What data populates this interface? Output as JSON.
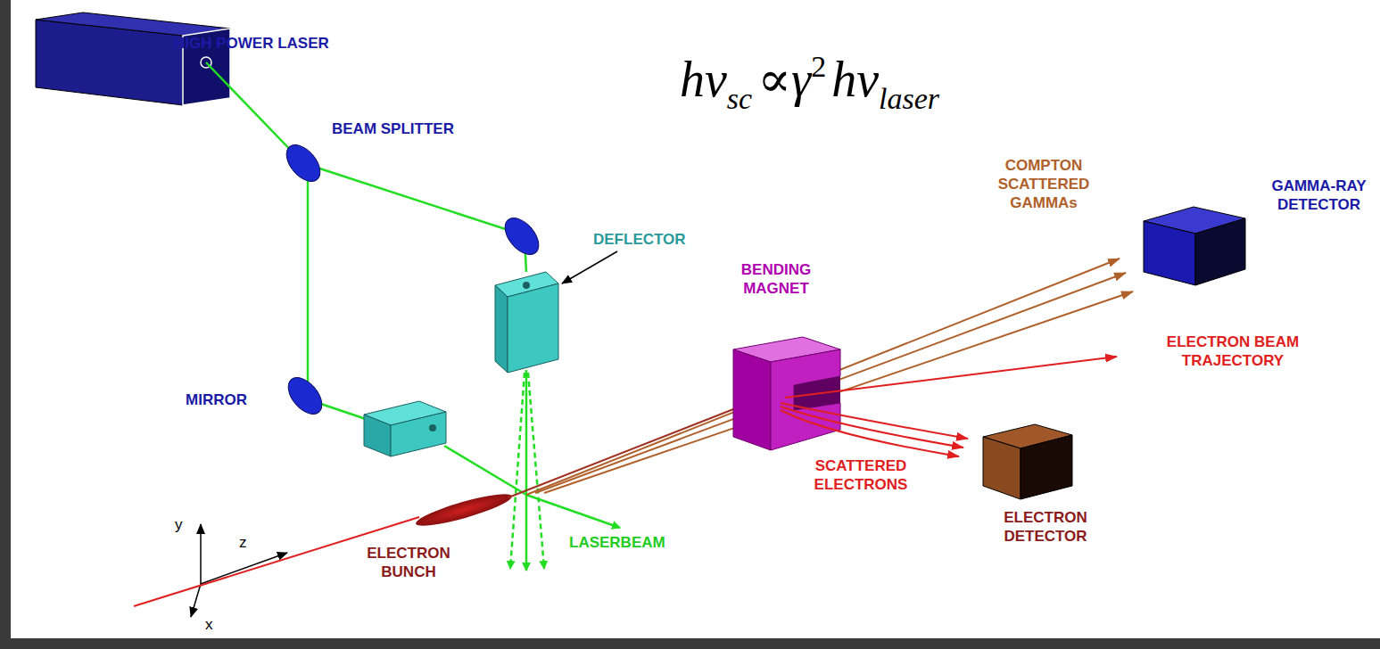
{
  "diagram": {
    "labels": [
      "HIGH POWER LASER",
      "hν",
      "sc",
      "∝",
      "γ",
      "2",
      "hν",
      "laser",
      "BEAM SPLITTER",
      "COMPTON SCATTERED GAMMAs",
      "GAMMA-RAY DETECTOR",
      "DEFLECTOR",
      "BENDING MAGNET",
      "ELECTRON BEAM TRAJECTORY",
      "MIRROR",
      "SCATTERED ELECTRONS",
      "ELECTRON DETECTOR",
      "ELECTRON BUNCH",
      "LASERBEAM",
      "y",
      "z",
      "x"
    ]
  }
}
